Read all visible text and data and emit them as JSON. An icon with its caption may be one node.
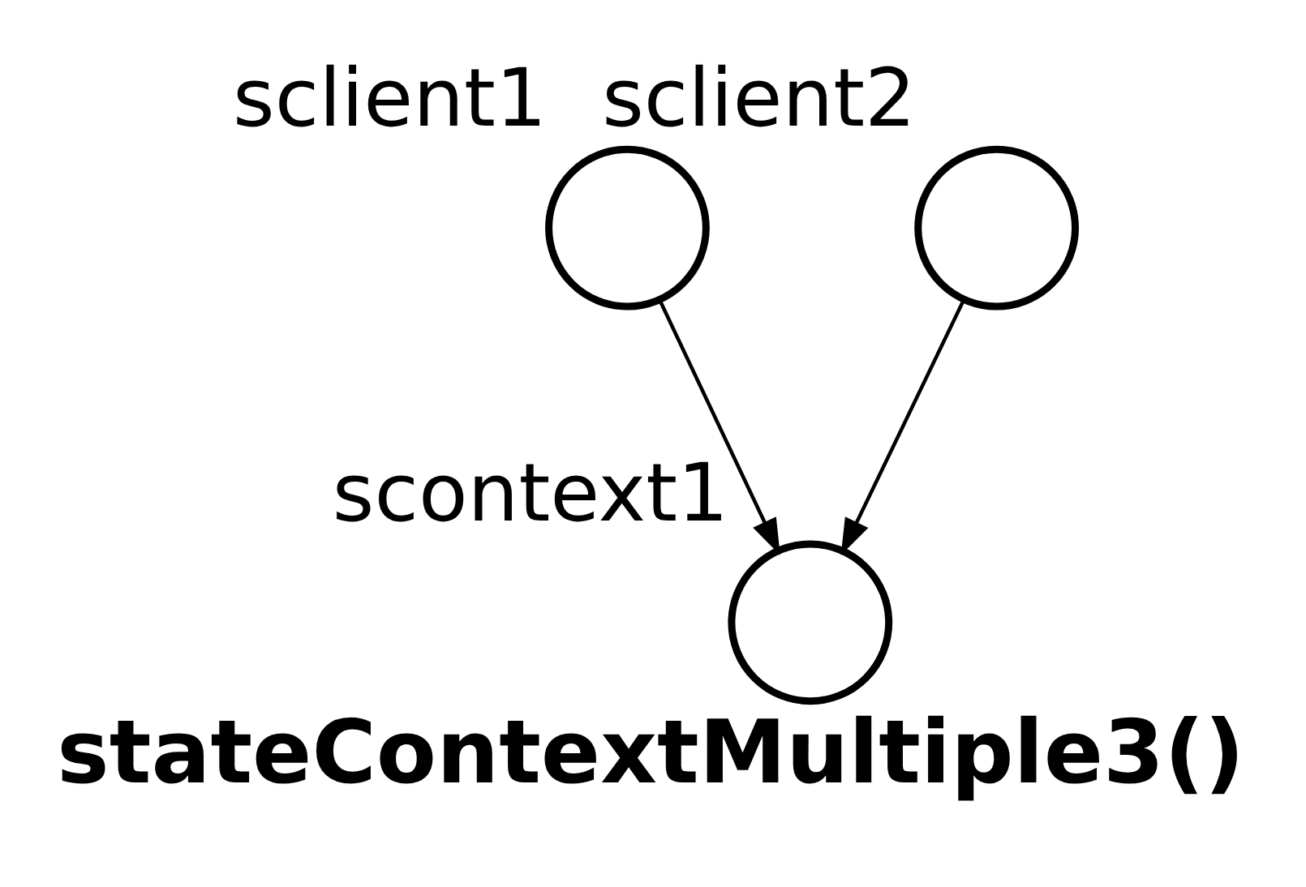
{
  "diagram": {
    "caption": "stateContextMultiple3()",
    "nodes": [
      {
        "text": [
          "sclient1"
        ]
      },
      {
        "text": [
          "sclient2"
        ]
      },
      {
        "text": [
          "scontext1"
        ]
      }
    ],
    "edges": [
      {
        "from": 0,
        "to": 2,
        "arrow": "to"
      },
      {
        "from": 1,
        "to": 2,
        "arrow": "to"
      }
    ]
  }
}
